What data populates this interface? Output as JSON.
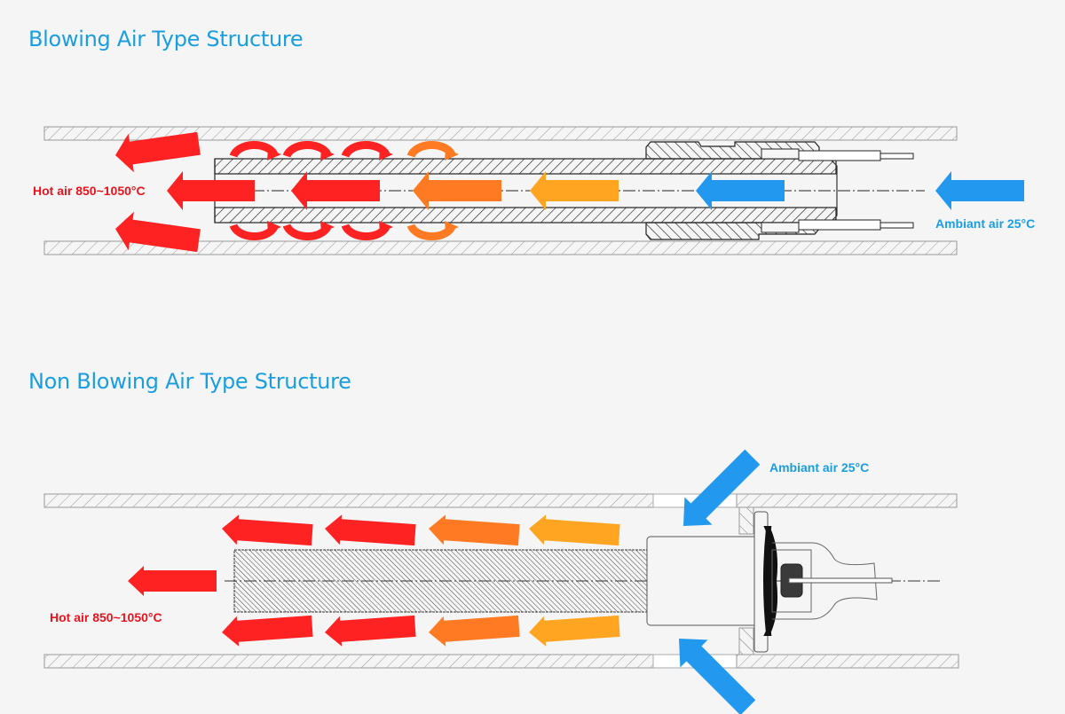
{
  "diagrams": [
    {
      "title": "Blowing Air Type Structure",
      "hot_air_label": "Hot air 850~1050°C",
      "ambient_air_label": "Ambiant air 25°C"
    },
    {
      "title": "Non Blowing Air Type Structure",
      "hot_air_label": "Hot air 850~1050°C",
      "ambient_air_label": "Ambiant air 25°C"
    }
  ],
  "colors": {
    "title": "#1a9ee0",
    "hot": "#ff2222",
    "warm": "#ff7a22",
    "mild": "#ffa522",
    "cool": "#2299ee",
    "hot_label": "#e8141e",
    "cool_label": "#1a9ee0"
  }
}
